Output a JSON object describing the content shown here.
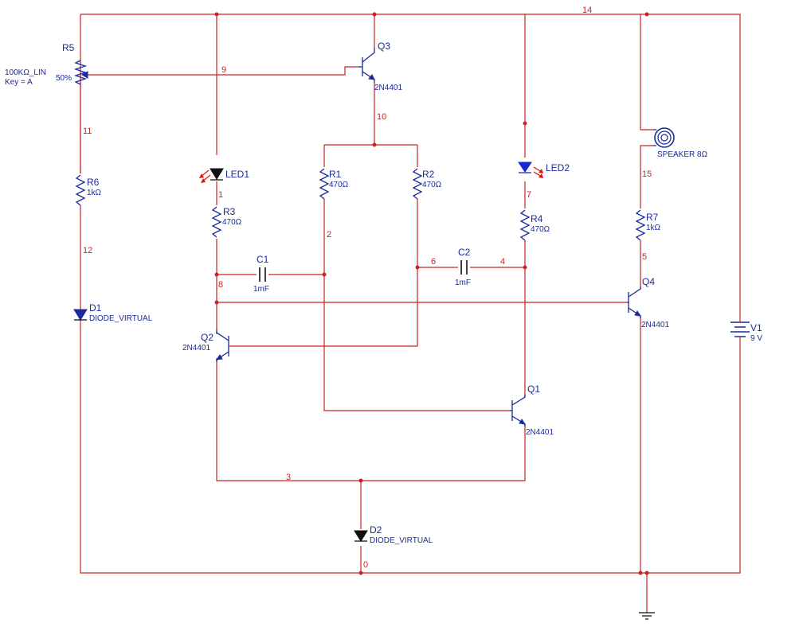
{
  "nets": {
    "n0": "0",
    "n1": "1",
    "n2": "2",
    "n3": "3",
    "n4": "4",
    "n5": "5",
    "n6": "6",
    "n7": "7",
    "n8": "8",
    "n9": "9",
    "n10": "10",
    "n11": "11",
    "n12": "12",
    "n14": "14",
    "n15": "15"
  },
  "components": {
    "r5": {
      "ref": "R5",
      "value": "100KΩ_LIN",
      "key": "Key = A",
      "setting": "50%"
    },
    "r6": {
      "ref": "R6",
      "value": "1kΩ"
    },
    "d1": {
      "ref": "D1",
      "model": "DIODE_VIRTUAL"
    },
    "led1": {
      "ref": "LED1"
    },
    "r3": {
      "ref": "R3",
      "value": "470Ω"
    },
    "c1": {
      "ref": "C1",
      "value": "1mF"
    },
    "q2": {
      "ref": "Q2",
      "model": "2N4401"
    },
    "q3": {
      "ref": "Q3",
      "model": "2N4401"
    },
    "r1": {
      "ref": "R1",
      "value": "470Ω"
    },
    "r2": {
      "ref": "R2",
      "value": "470Ω"
    },
    "c2": {
      "ref": "C2",
      "value": "1mF"
    },
    "led2": {
      "ref": "LED2"
    },
    "r4": {
      "ref": "R4",
      "value": "470Ω"
    },
    "q1": {
      "ref": "Q1",
      "model": "2N4401"
    },
    "d2": {
      "ref": "D2",
      "model": "DIODE_VIRTUAL"
    },
    "speaker": {
      "ref": "SPEAKER 8Ω"
    },
    "r7": {
      "ref": "R7",
      "value": "1kΩ"
    },
    "q4": {
      "ref": "Q4",
      "model": "2N4401"
    },
    "v1": {
      "ref": "V1",
      "value": "9 V"
    }
  },
  "colors": {
    "wire": "#cc2222",
    "symbol": "#1a2a9a",
    "led_active": "#1a2ad0",
    "led_rays": "#dd1111",
    "background": "#ffffff"
  }
}
